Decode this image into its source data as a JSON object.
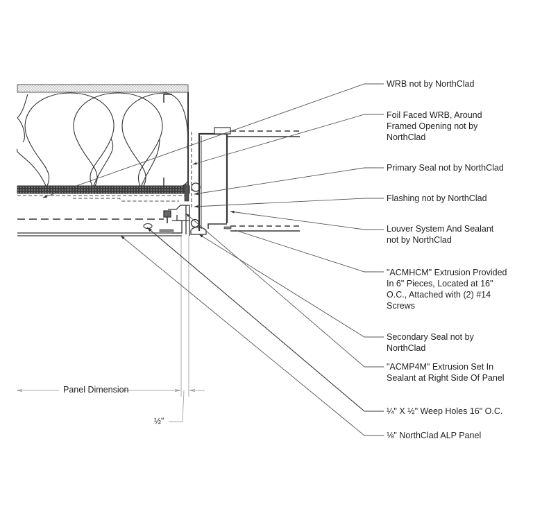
{
  "diagram": {
    "title": "Window head / louver section detail",
    "callouts": [
      {
        "id": "wrb",
        "text": "WRB not by NorthClad"
      },
      {
        "id": "foil-wrb",
        "text": "Foil Faced WRB, Around\nFramed Opening not by\nNorthClad"
      },
      {
        "id": "primary-seal",
        "text": "Primary Seal not by NorthClad"
      },
      {
        "id": "flashing",
        "text": "Flashing not by NorthClad"
      },
      {
        "id": "louver",
        "text": "Louver System And Sealant\nnot by NorthClad"
      },
      {
        "id": "acmhcm",
        "text": "\"ACMHCM\" Extrusion Provided\nIn 6\" Pieces, Located at 16\"\nO.C., Attached with (2) #14\nScrews"
      },
      {
        "id": "secondary-seal",
        "text": "Secondary Seal not by\nNorthClad"
      },
      {
        "id": "acmp4m",
        "text": "\"ACMP4M\" Extrusion Set In\nSealant at Right Side Of Panel"
      },
      {
        "id": "weep-holes",
        "text": "¼\" X ½\" Weep Holes 16\" O.C."
      },
      {
        "id": "alp-panel",
        "text": "⅛\" NorthClad ALP Panel"
      }
    ],
    "dimensions": {
      "panel": "Panel Dimension",
      "gap": "½\""
    },
    "colors": {
      "line": "#2a2a2a",
      "leader": "#555555",
      "dim": "#9a9a9a",
      "hatch": "#3a3a3a"
    }
  }
}
